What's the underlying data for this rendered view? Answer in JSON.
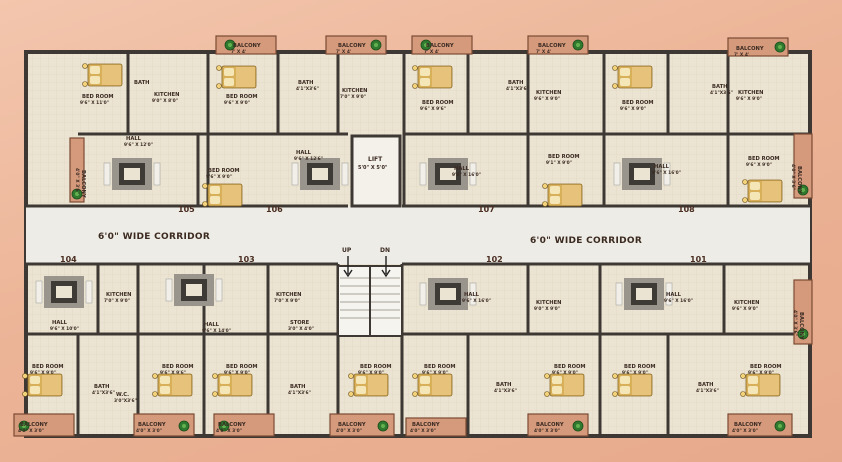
{
  "corridor": {
    "left": "6'0\" WIDE CORRIDOR",
    "right": "6'0\" WIDE CORRIDOR"
  },
  "stairs": {
    "up": "UP",
    "down": "DN"
  },
  "lift": {
    "name": "LIFT",
    "size": "5'0\" X 5'0\""
  },
  "units": [
    "105",
    "106",
    "107",
    "108",
    "104",
    "103",
    "102",
    "101"
  ],
  "rooms": [
    {
      "name": "BALCONY",
      "size": "7' X 4'"
    },
    {
      "name": "BALCONY",
      "size": "7' X 4'"
    },
    {
      "name": "BALCONY",
      "size": "7' X 4'"
    },
    {
      "name": "BALCONY",
      "size": "7' X 4'"
    },
    {
      "name": "BALCONY",
      "size": "7' X 4'"
    },
    {
      "name": "BED ROOM",
      "size": "9'6\" X 11'0\""
    },
    {
      "name": "BATH",
      "size": ""
    },
    {
      "name": "KITCHEN",
      "size": "9'0\" X 8'0\""
    },
    {
      "name": "BED ROOM",
      "size": "9'6\" X 9'0\""
    },
    {
      "name": "BATH",
      "size": "4'1\"X3'6\""
    },
    {
      "name": "KITCHEN",
      "size": "7'0\" X 9'0\""
    },
    {
      "name": "BED ROOM",
      "size": "9'6\" X 9'6\""
    },
    {
      "name": "BATH",
      "size": "4'1\"X3'6\""
    },
    {
      "name": "KITCHEN",
      "size": "9'6\" X 9'0\""
    },
    {
      "name": "BED ROOM",
      "size": "9'6\" X 9'0\""
    },
    {
      "name": "BATH",
      "size": "4'1\"X3'6\""
    },
    {
      "name": "KITCHEN",
      "size": "9'6\" X 9'0\""
    },
    {
      "name": "HALL",
      "size": "9'6\" X 12'0\""
    },
    {
      "name": "BED ROOM",
      "size": "9'6\" X 9'0\""
    },
    {
      "name": "HALL",
      "size": "9'6\" X 12'6\""
    },
    {
      "name": "HALL",
      "size": "9'6\" X 16'0\""
    },
    {
      "name": "BED ROOM",
      "size": "9'1\" X 9'0\""
    },
    {
      "name": "HALL",
      "size": "9'6\" X 16'0\""
    },
    {
      "name": "BED ROOM",
      "size": "9'6\" X 9'0\""
    },
    {
      "name": "BALCONY",
      "size": "4'0\" X 3'6\""
    },
    {
      "name": "BALCONY",
      "size": "4'0\" X 3'6\""
    },
    {
      "name": "KITCHEN",
      "size": "7'0\" X 9'0\""
    },
    {
      "name": "HALL",
      "size": "9'6\" X 10'0\""
    },
    {
      "name": "HALL",
      "size": "9'6\" X 14'0\""
    },
    {
      "name": "KITCHEN",
      "size": "7'0\" X 9'0\""
    },
    {
      "name": "STORE",
      "size": "3'0\" X 4'0\""
    },
    {
      "name": "HALL",
      "size": "9'6\" X 16'0\""
    },
    {
      "name": "KITCHEN",
      "size": "9'0\" X 9'0\""
    },
    {
      "name": "HALL",
      "size": "9'6\" X 16'0\""
    },
    {
      "name": "KITCHEN",
      "size": "9'6\" X 9'0\""
    },
    {
      "name": "BALCONY",
      "size": "4'0\" X 3'6\""
    },
    {
      "name": "BED ROOM",
      "size": "9'6\" X 9'0\""
    },
    {
      "name": "BATH",
      "size": "4'1\"X3'6\""
    },
    {
      "name": "W.C.",
      "size": "3'0\"X3'6\""
    },
    {
      "name": "BED ROOM",
      "size": "9'6\" X 9'6\""
    },
    {
      "name": "BED ROOM",
      "size": "9'6\" X 9'0\""
    },
    {
      "name": "BATH",
      "size": "4'1\"X3'6\""
    },
    {
      "name": "BED ROOM",
      "size": "9'6\" X 9'0\""
    },
    {
      "name": "BED ROOM",
      "size": "9'6\" X 9'0\""
    },
    {
      "name": "BATH",
      "size": "4'1\"X3'6\""
    },
    {
      "name": "BED ROOM",
      "size": "9'6\" X 9'0\""
    },
    {
      "name": "BED ROOM",
      "size": "9'6\" X 9'0\""
    },
    {
      "name": "BATH",
      "size": "4'1\"X3'6\""
    },
    {
      "name": "BED ROOM",
      "size": "9'6\" X 9'0\""
    },
    {
      "name": "BALCONY",
      "size": "4'0\" X 3'0\""
    },
    {
      "name": "BALCONY",
      "size": "4'0\" X 3'0\""
    },
    {
      "name": "BALCONY",
      "size": "4'0\" X 3'0\""
    },
    {
      "name": "BALCONY",
      "size": "4'0\" X 3'0\""
    },
    {
      "name": "BALCONY",
      "size": "4'0\" X 3'0\""
    },
    {
      "name": "BALCONY",
      "size": "4'0\" X 3'0\""
    },
    {
      "name": "BALCONY",
      "size": "4'0\" X 3'0\""
    }
  ],
  "colors": {
    "floor": "#ece4d2",
    "wall": "#3d3833",
    "balcony": "#d59a7c",
    "corridor": "#eeece6",
    "bed": "#d9b35c"
  }
}
